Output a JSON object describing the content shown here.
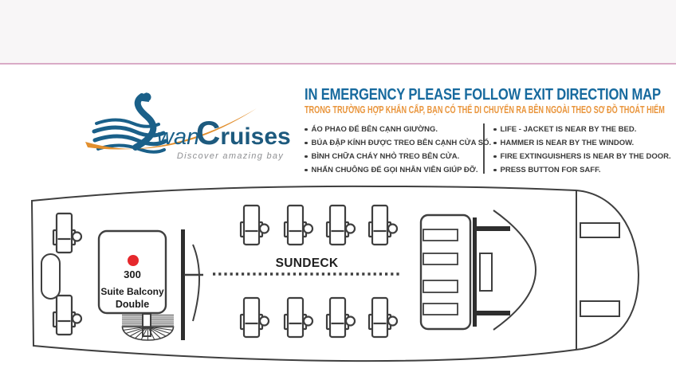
{
  "colors": {
    "title_blue": "#176a9e",
    "subtitle_orange": "#e9953c",
    "logo_blue": "#1a6089",
    "logo_dark_blue": "#1d5a7e",
    "logo_orange": "#e28f2e",
    "tagline_gray": "#8f9093",
    "header_line_pink": "#d9abc6",
    "marker_red": "#e5282c",
    "diagram_ink": "#3f3f3f"
  },
  "logo": {
    "swan_rest": "wan",
    "cruises_initial": "C",
    "cruises_rest": "ruises",
    "tagline": "Discover amazing bay"
  },
  "emergency": {
    "title": "IN EMERGENCY PLEASE FOLLOW EXIT DIRECTION MAP",
    "subtitle": "TRONG TRƯỜNG HỢP KHẨN CẤP, BẠN CÓ THỂ DI CHUYỂN RA BÊN NGOÀI THEO SƠ ĐỒ THOÁT HIỂM",
    "left_items": [
      "ÁO PHAO ĐỂ BÊN CẠNH GIƯỜNG.",
      "BÚA ĐẬP KÍNH ĐƯỢC TREO BÊN CẠNH CỬA SỔ.",
      "BÌNH CHỮA CHÁY NHỎ TREO BÊN CỬA.",
      "NHẤN CHUÔNG ĐỂ GỌI NHÂN VIÊN GIÚP ĐỠ."
    ],
    "right_items": [
      "LIFE - JACKET IS NEAR BY THE BED.",
      "HAMMER IS NEAR BY THE WINDOW.",
      "FIRE EXTINGUISHERS IS NEAR BY THE DOOR.",
      "PRESS BUTTON FOR SAFF."
    ]
  },
  "deck_plan": {
    "deck_label": "SUNDECK",
    "room": {
      "number": "300",
      "type_line1": "Suite Balcony",
      "type_line2": "Double"
    }
  }
}
